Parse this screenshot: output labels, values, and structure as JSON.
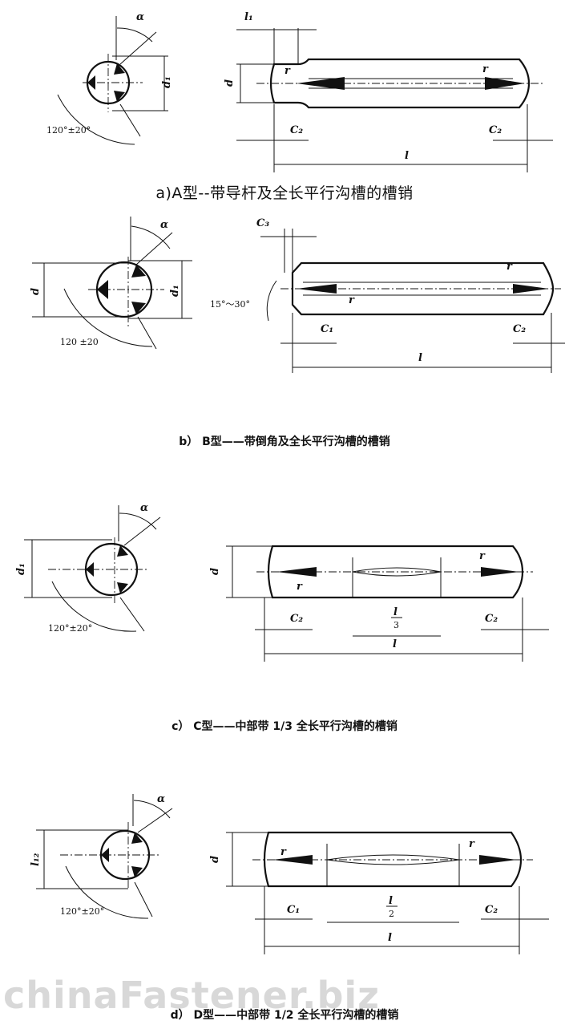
{
  "watermark": "chinaFastener.biz",
  "panels": [
    {
      "id": "a",
      "caption": "a)A型--带导杆及全长平行沟槽的槽销",
      "labels": {
        "alpha": "α",
        "d1": "d₁",
        "angle": "120°±20°",
        "d": "d",
        "l1": "l₁",
        "r1": "r",
        "r2": "r",
        "c_left": "C₂",
        "c_right": "C₂",
        "l": "l"
      }
    },
    {
      "id": "b",
      "caption": "b） B型——带倒角及全长平行沟槽的槽销",
      "labels": {
        "alpha": "α",
        "d": "d",
        "d1": "d₁",
        "angle": "120 ±20",
        "c3": "C₃",
        "chamfer": "15°～30°",
        "r1": "r",
        "r2": "r",
        "c_left": "C₁",
        "c_right": "C₂",
        "l": "l"
      }
    },
    {
      "id": "c",
      "caption": "c） C型——中部带 1/3 全长平行沟槽的槽销",
      "labels": {
        "alpha": "α",
        "d1": "d₁",
        "angle": "120°±20°",
        "d": "d",
        "r1": "r",
        "r2": "r",
        "c_left": "C₂",
        "c_right": "C₂",
        "frac_num": "l",
        "frac_den": "3",
        "l": "l"
      }
    },
    {
      "id": "d",
      "caption": "d） D型——中部带 1/2 全长平行沟槽的槽销",
      "labels": {
        "alpha": "α",
        "d1": "l₁₂",
        "angle": "120°±20°",
        "d": "d",
        "r1": "r",
        "r2": "r",
        "c_left": "C₁",
        "c_right": "C₂",
        "frac_num": "l",
        "frac_den": "2",
        "l": "l"
      }
    }
  ]
}
